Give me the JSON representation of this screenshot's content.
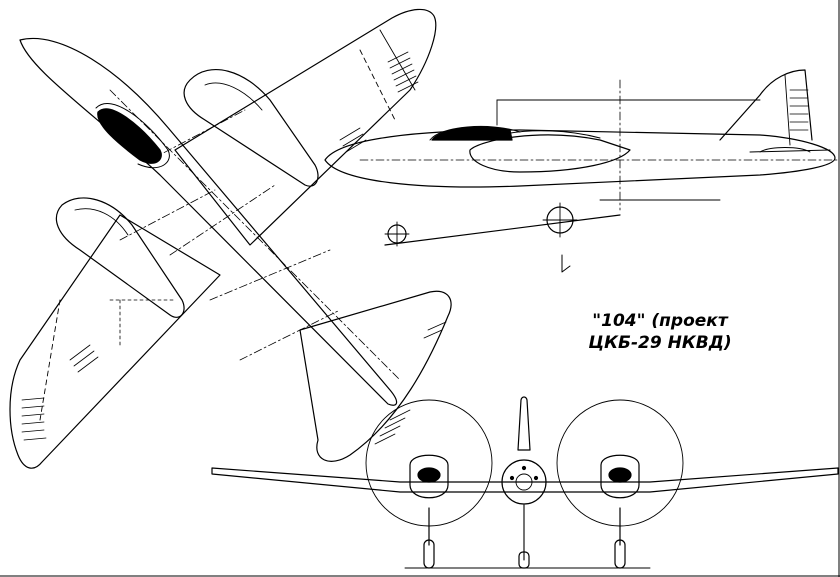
{
  "caption": {
    "line1": "\"104\" (проект",
    "line2": "ЦКБ-29 НКВД)"
  },
  "colors": {
    "ink": "#000000",
    "paper": "#ffffff"
  },
  "views": [
    "top-view",
    "side-view",
    "front-view"
  ]
}
